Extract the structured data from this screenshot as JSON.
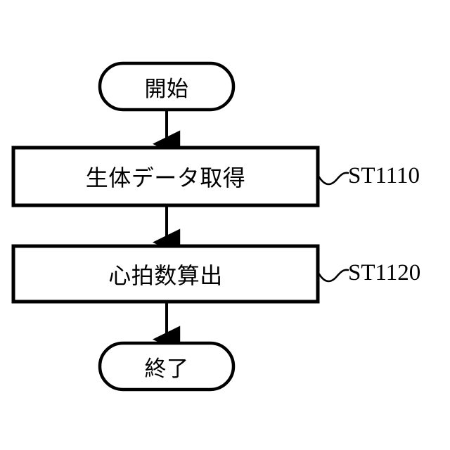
{
  "diagram": {
    "type": "flowchart",
    "orientation": "vertical",
    "background_color": "#ffffff",
    "stroke_color": "#000000",
    "nodes": [
      {
        "id": "start",
        "shape": "terminator",
        "label": "開始",
        "icon": "stadium-shape"
      },
      {
        "id": "st1110",
        "shape": "process",
        "label": "生体データ取得",
        "step_ref": "ST1110",
        "icon": "rectangle-shape"
      },
      {
        "id": "st1120",
        "shape": "process",
        "label": "心拍数算出",
        "step_ref": "ST1120",
        "icon": "rectangle-shape"
      },
      {
        "id": "end",
        "shape": "terminator",
        "label": "終了",
        "icon": "stadium-shape"
      }
    ],
    "connectors": [
      {
        "from": "start",
        "to": "st1110",
        "arrow": "down-arrow"
      },
      {
        "from": "st1110",
        "to": "st1120",
        "arrow": "down-arrow"
      },
      {
        "from": "st1120",
        "to": "end",
        "arrow": "down-arrow"
      }
    ],
    "leaders": [
      {
        "target": "st1110",
        "style": "wavy-tilde",
        "label": "ST1110"
      },
      {
        "target": "st1120",
        "style": "wavy-tilde",
        "label": "ST1120"
      }
    ]
  }
}
